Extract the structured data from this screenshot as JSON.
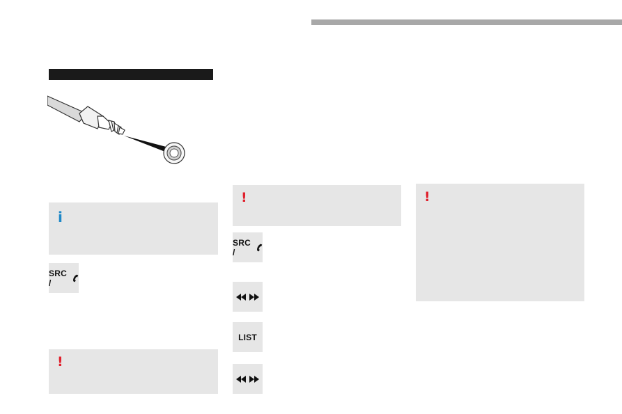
{
  "icons": {
    "info": "info-icon",
    "warning": "warning-icon",
    "phone": "phone-handset-icon",
    "rewind": "rewind-icon",
    "fast_forward": "fast-forward-icon"
  },
  "glyphs": {
    "info": "i",
    "warning": "!"
  },
  "buttons": {
    "src_label": "SRC /",
    "list_label": "LIST"
  },
  "colors": {
    "info": "#1e88c7",
    "warning": "#e0202c",
    "panel": "#e6e6e6",
    "section_bar": "#1a1a1a",
    "top_rule": "#a8a8a8"
  }
}
